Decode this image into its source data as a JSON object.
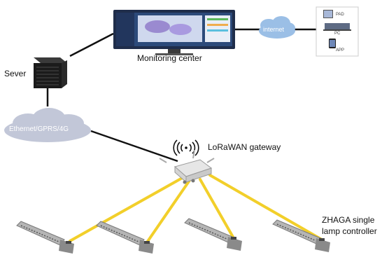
{
  "labels": {
    "monitoring_center": "Monitoring center",
    "server": "Sever",
    "internet": "internet",
    "network": "Ethernet/GPRS/4G",
    "gateway": "LoRaWAN gateway",
    "controller_line1": "ZHAGA single",
    "controller_line2": "lamp controller"
  },
  "devices": [
    "PAD",
    "PC",
    "APP"
  ],
  "colors": {
    "link": "#111111",
    "lora_link": "#f2cf2a",
    "cloud_internet": "#9bbfe6",
    "cloud_network": "#c2c7d8",
    "screen_bg": "#2c4a7a"
  },
  "icons": {
    "wireless": "wireless-signal-icon"
  }
}
